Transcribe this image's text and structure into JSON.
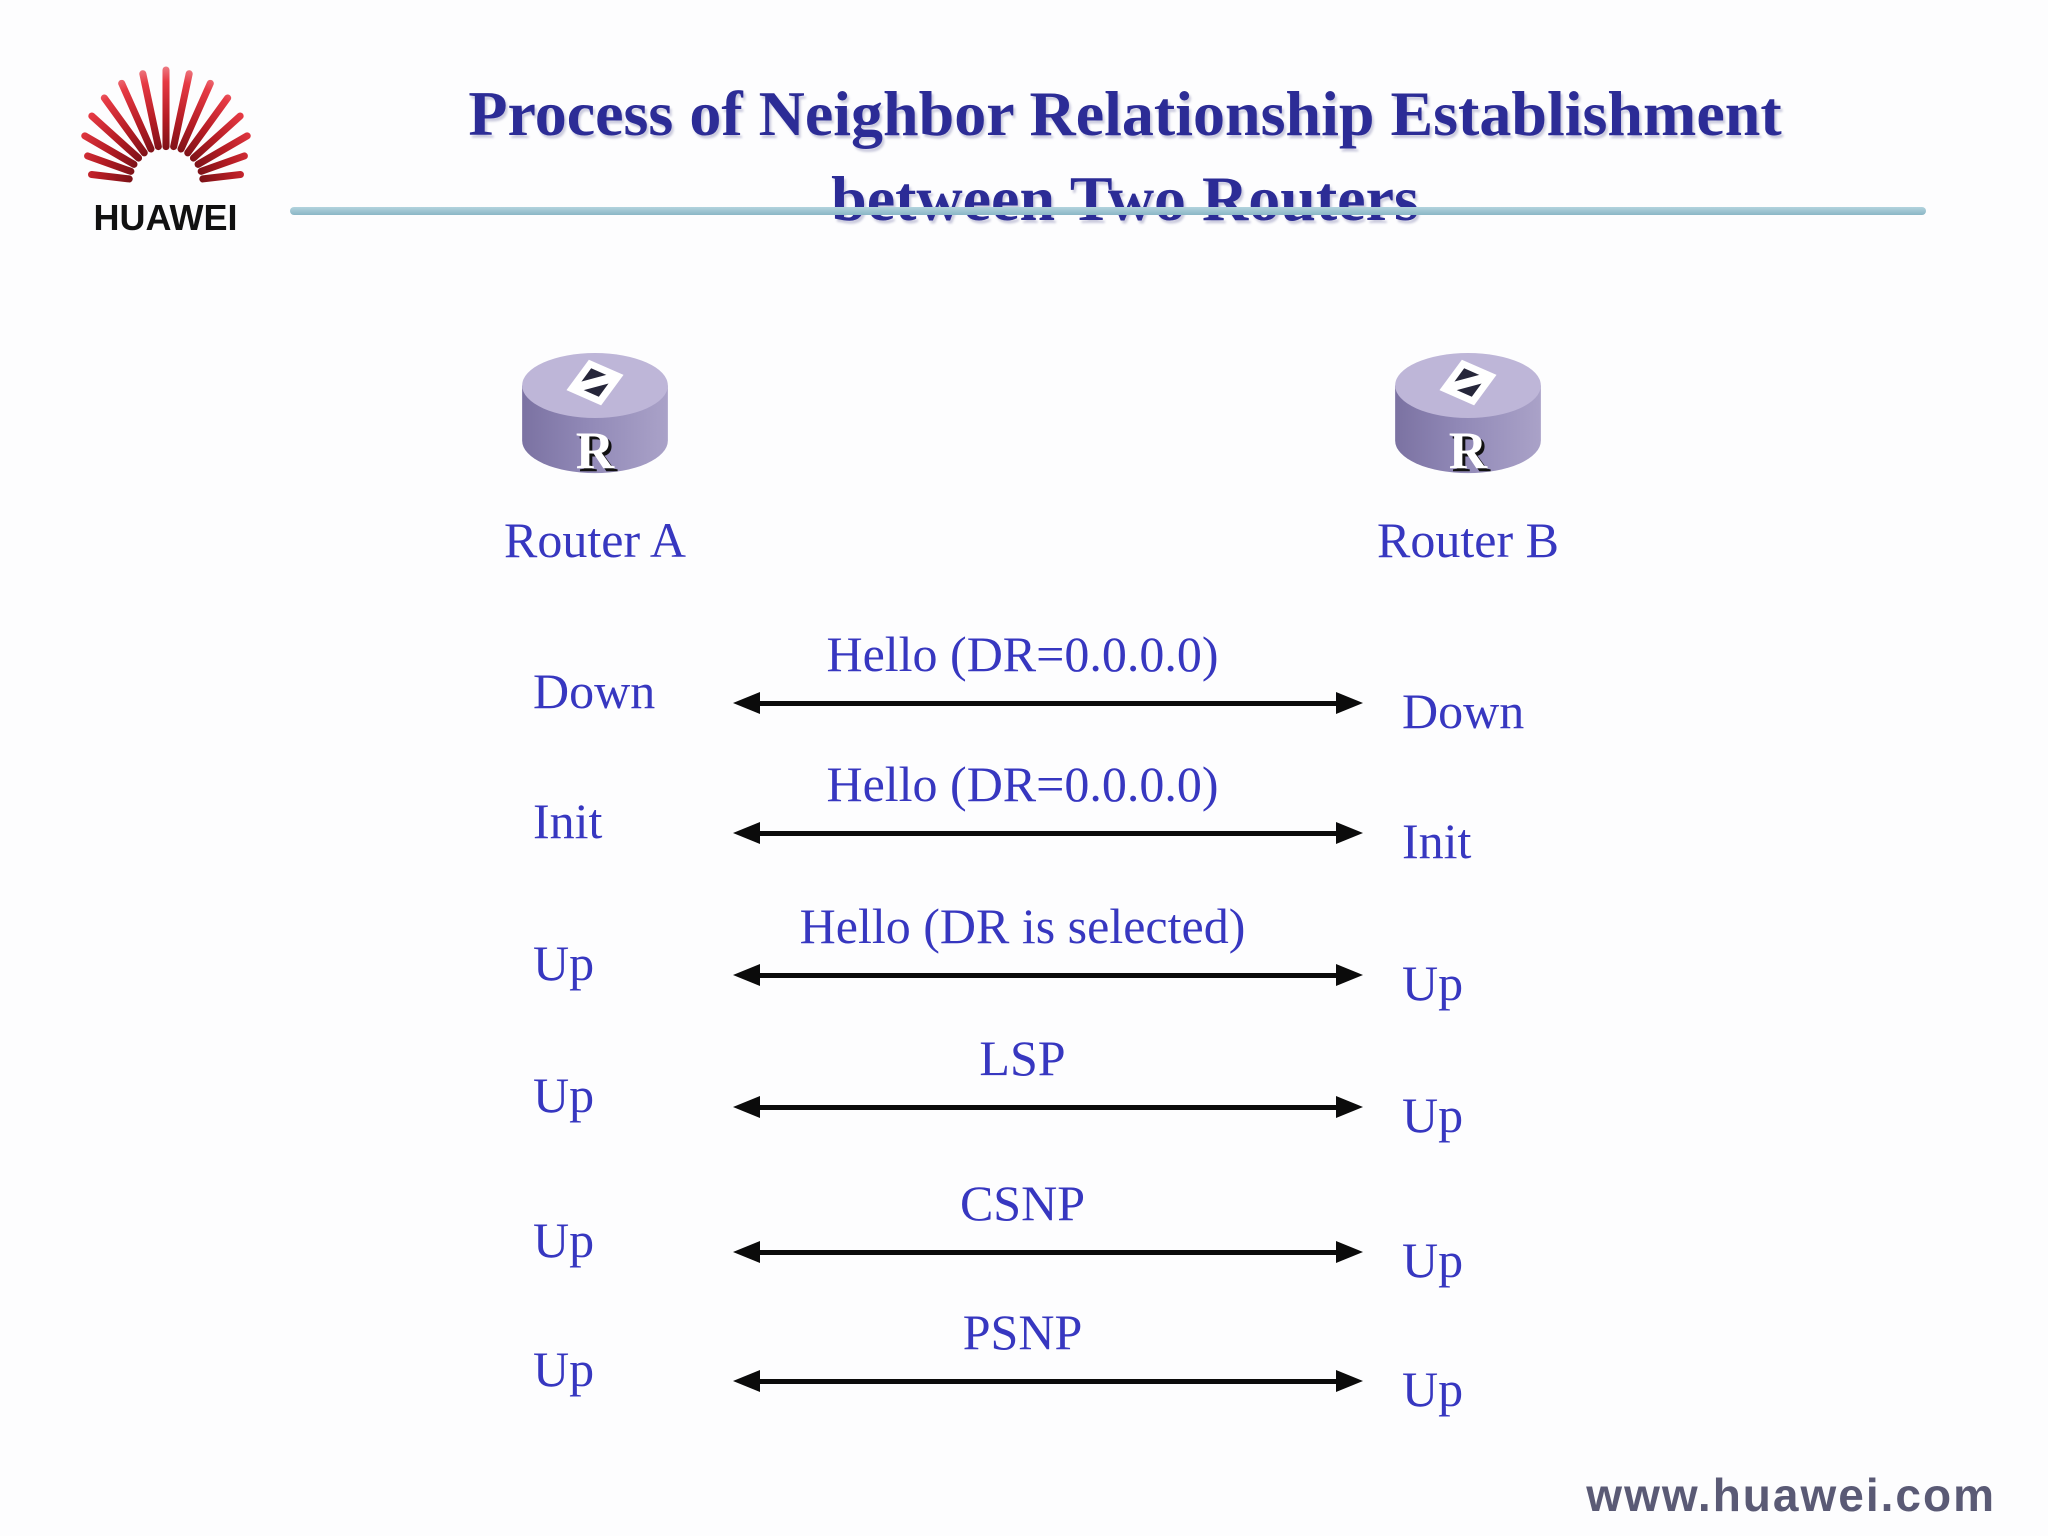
{
  "slide": {
    "logo_text": "HUAWEI",
    "title_line1": "Process of Neighbor Relationship Establishment",
    "title_line2": "between Two Routers",
    "footer_url": "www.huawei.com"
  },
  "routers": {
    "left": {
      "label": "Router A",
      "icon_letter": "R"
    },
    "right": {
      "label": "Router B",
      "icon_letter": "R"
    }
  },
  "exchanges": [
    {
      "left_state": "Down",
      "message": "Hello (DR=0.0.0.0)",
      "right_state": "Down"
    },
    {
      "left_state": "Init",
      "message": "Hello (DR=0.0.0.0)",
      "right_state": "Init"
    },
    {
      "left_state": "Up",
      "message": "Hello (DR is selected)",
      "right_state": "Up"
    },
    {
      "left_state": "Up",
      "message": "LSP",
      "right_state": "Up"
    },
    {
      "left_state": "Up",
      "message": "CSNP",
      "right_state": "Up"
    },
    {
      "left_state": "Up",
      "message": "PSNP",
      "right_state": "Up"
    }
  ],
  "colors": {
    "title_text": "#2c2c96",
    "body_text": "#3737c0",
    "divider": "#8bb6c5",
    "arrow": "#0b0b0b",
    "router_body": "#9189b7",
    "router_top": "#beb6d8",
    "logo_red": "#c02026",
    "footer_text": "#5a5a75",
    "background": "#fdfdfe"
  }
}
